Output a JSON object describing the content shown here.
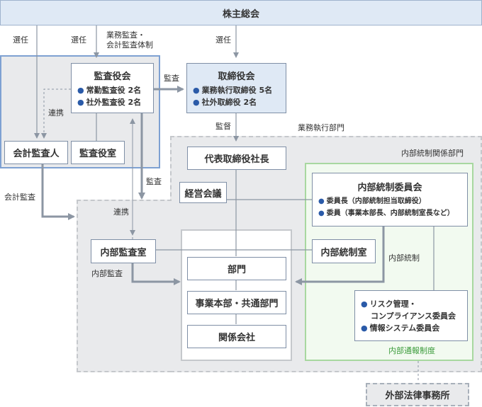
{
  "nodes": {
    "shareholders": "株主総会",
    "audit_board": {
      "title": "監査役会",
      "lines": [
        "常勤監査役 2名",
        "社外監査役 2名"
      ]
    },
    "board": {
      "title": "取締役会",
      "lines": [
        "業務執行取締役 5名",
        "社外取締役 2名"
      ]
    },
    "accounting_auditor": "会計監査人",
    "auditor_office": "監査役室",
    "president": "代表取締役社長",
    "management_meeting": "経営会議",
    "internal_control_committee": {
      "title": "内部統制委員会",
      "lines": [
        "委員長（内部統制担当取締役）",
        "委員（事業本部長、内部統制室長など）"
      ]
    },
    "internal_audit_office": "内部監査室",
    "internal_control_office": "内部統制室",
    "departments": "部門",
    "business_hq": "事業本部・共通部門",
    "affiliates": "関係会社",
    "risk_committees": {
      "lines": [
        "リスク管理・",
        "コンプライアンス委員会",
        "情報システム委員会"
      ]
    },
    "external_law_firm": "外部法律事務所"
  },
  "region_labels": {
    "business_execution": "業務執行部門",
    "internal_control_dept": "内部統制関係部門",
    "whistleblowing": "内部通報制度"
  },
  "edge_labels": {
    "elect_1": "選任",
    "elect_2": "選任",
    "elect_3": "選任",
    "audit_system_1": "業務監査・",
    "audit_system_2": "会計監査体制",
    "audit_to_board": "監査",
    "supervise": "監督",
    "cooperate_1": "連携",
    "cooperate_2": "連携",
    "audit_down": "監査",
    "accounting_audit": "会計監査",
    "internal_audit": "内部監査",
    "internal_control": "内部統制"
  },
  "colors": {
    "accent_blue": "#2a5aa8",
    "box_border": "#7f8fa6",
    "header_fill": "#dfe9f5",
    "region_gray": "#e9eaec",
    "region_border": "#c5c8cc",
    "audit_region_border": "#7ea1d2",
    "green_border": "#a8d8a0",
    "green_fill": "#f2faf0",
    "green_text": "#3b9b3b",
    "arrow_gray": "#8c96a3"
  }
}
